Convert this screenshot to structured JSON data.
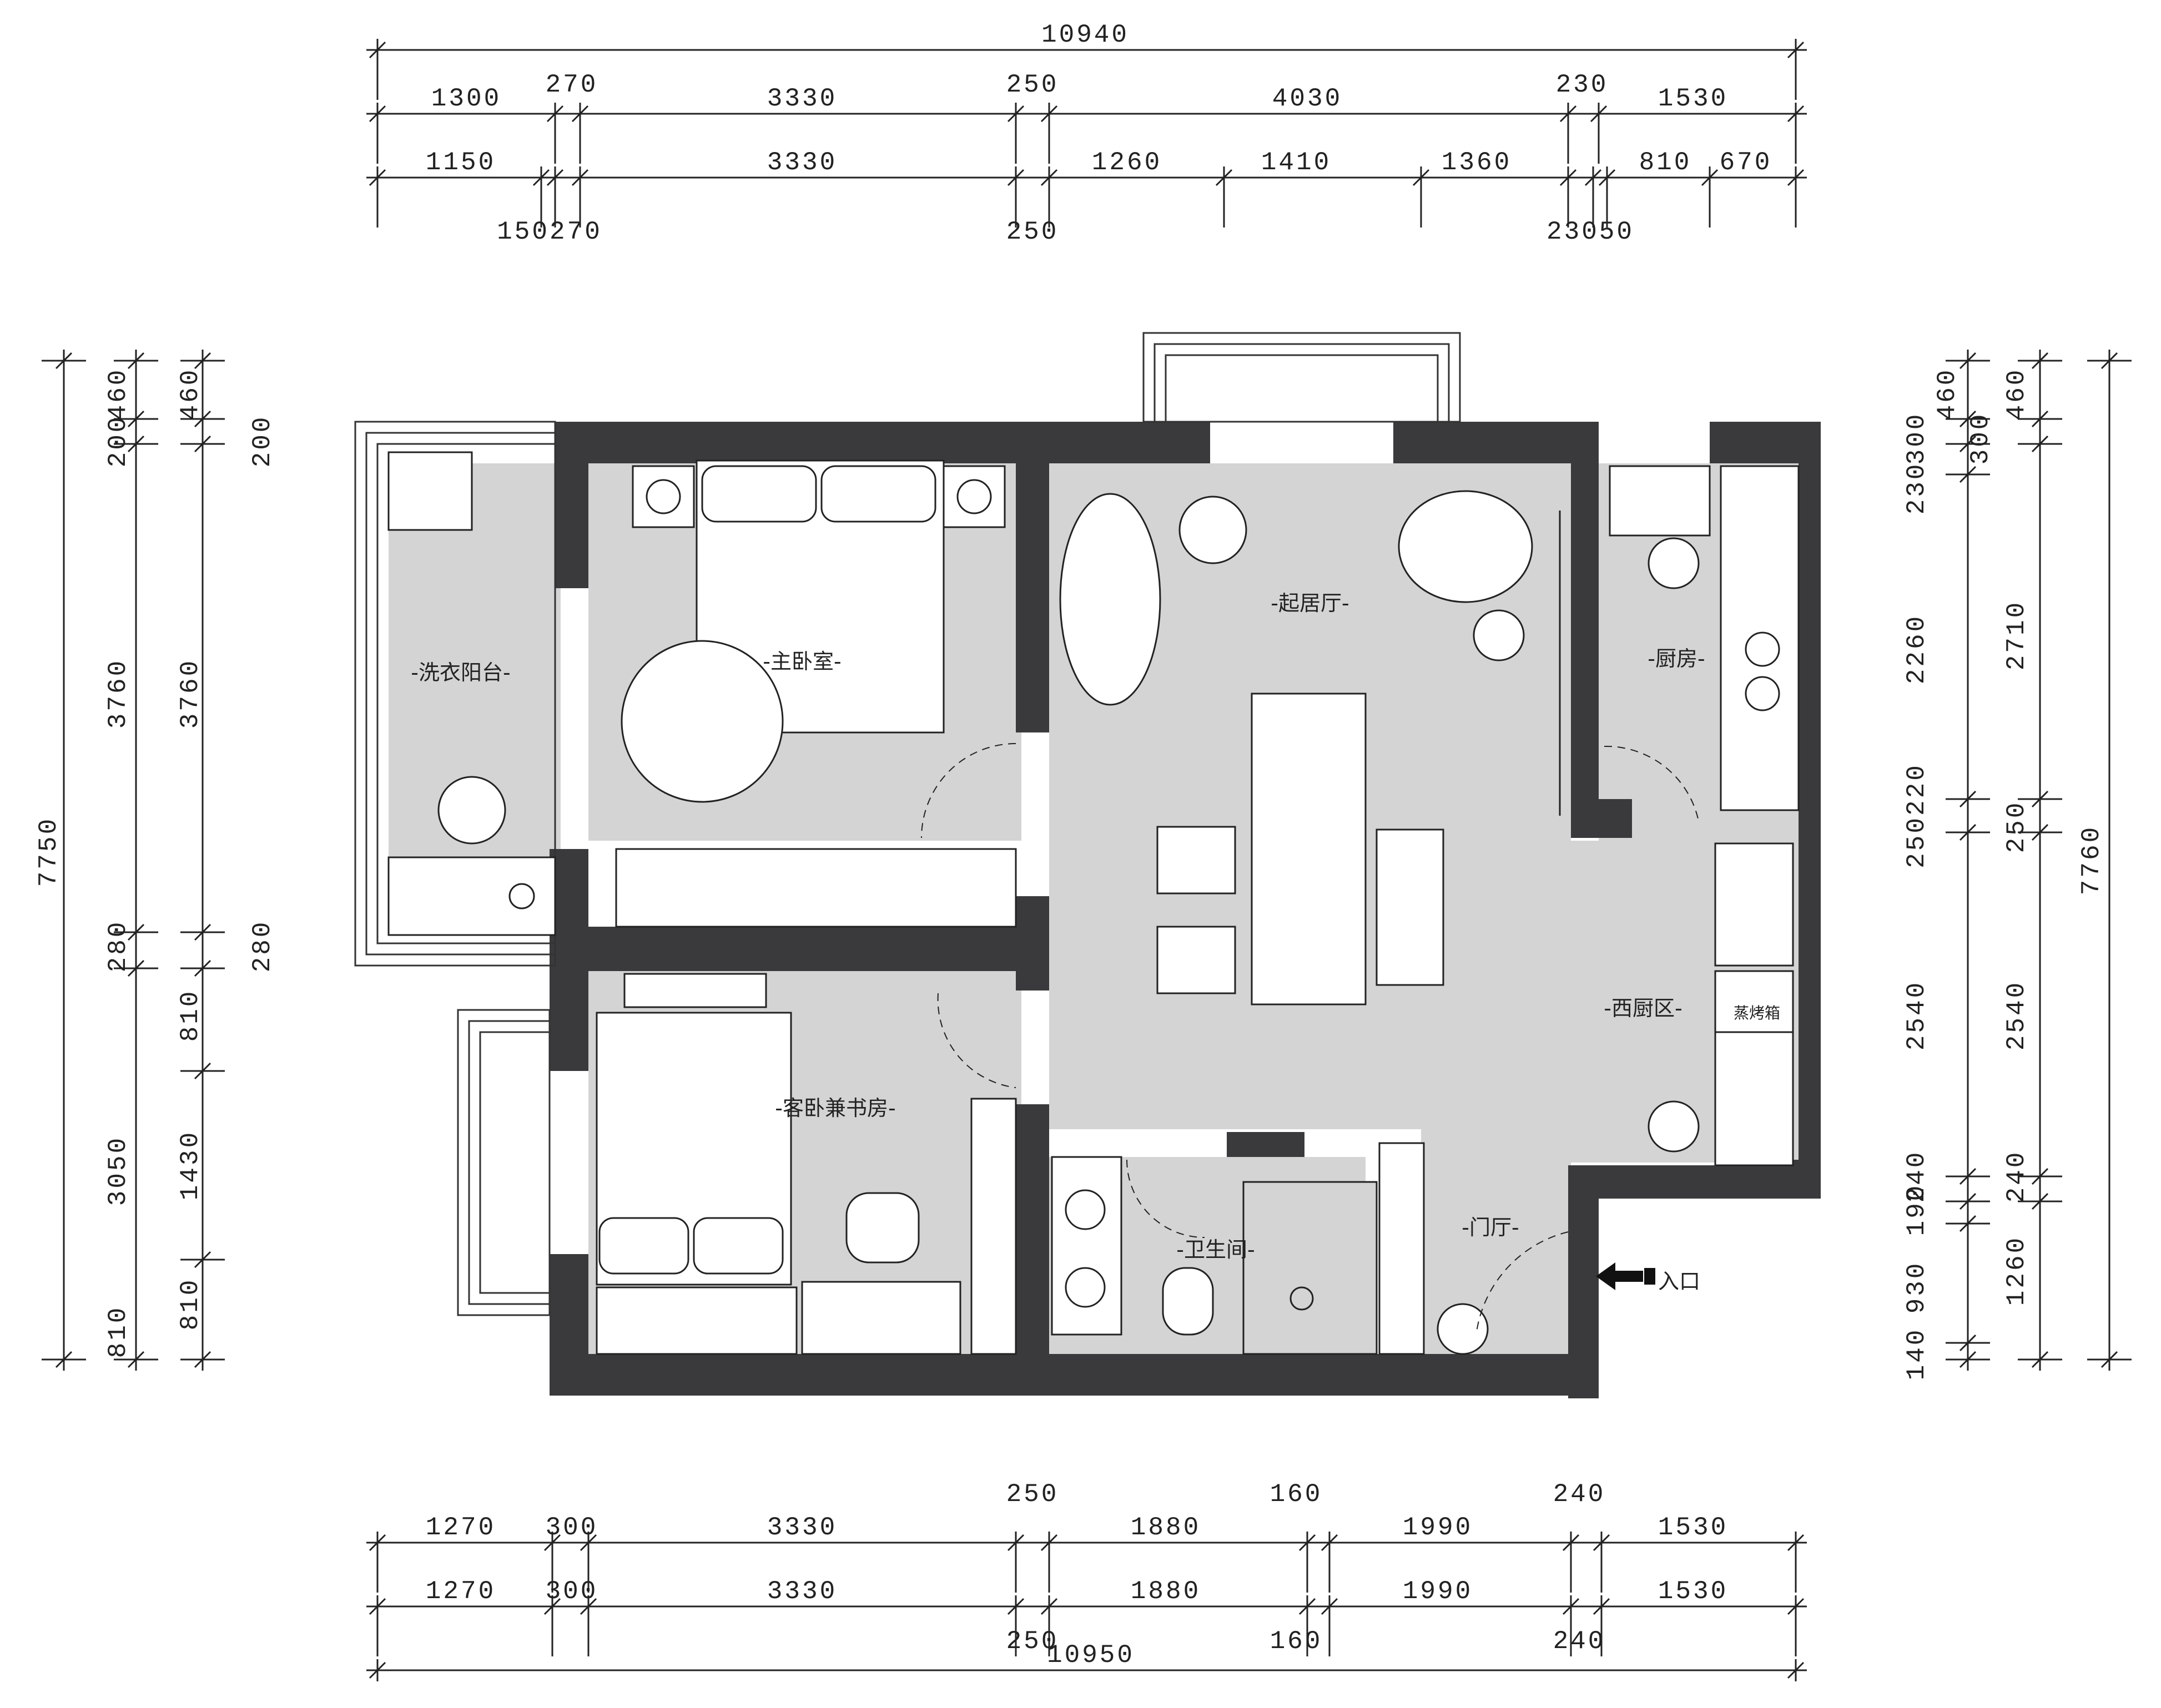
{
  "dimensions": {
    "top": {
      "total": "10940",
      "row1": [
        "1300",
        "270",
        "3330",
        "250",
        "4030",
        "230",
        "1530"
      ],
      "row2": [
        "1150",
        "3330",
        "1260",
        "1410",
        "1360",
        "810",
        "670"
      ],
      "row3": [
        "150270",
        "250",
        "23050"
      ],
      "row1_small": [
        "270",
        "250",
        "230"
      ]
    },
    "bottom": {
      "row1": [
        "1270",
        "300",
        "3330",
        "1880",
        "1990",
        "1530"
      ],
      "row1_small": [
        "250",
        "160",
        "240"
      ],
      "row2": [
        "1270",
        "300",
        "3330",
        "1880",
        "1990",
        "1530"
      ],
      "row3_small": [
        "250",
        "160",
        "240"
      ],
      "total": "10950"
    },
    "left": {
      "total": "7750",
      "outer": [
        "200",
        "460",
        "3760",
        "280",
        "3050",
        "810"
      ],
      "inner": [
        "460",
        "200",
        "3760",
        "280",
        "810",
        "1430",
        "810"
      ]
    },
    "right": {
      "total": "7760",
      "outer": [
        "300",
        "460",
        "230",
        "2260",
        "250220",
        "2540",
        "240",
        "190",
        "930",
        "140"
      ],
      "inner": [
        "460",
        "300",
        "2710",
        "250",
        "2540",
        "240",
        "1260"
      ]
    }
  },
  "rooms": {
    "laundry_balcony": "-洗衣阳台-",
    "master_bedroom": "-主卧室-",
    "living_room": "-起居厅-",
    "kitchen": "-厨房-",
    "western_kitchen": "-西厨区-",
    "guest_study": "-客卧兼书房-",
    "bathroom": "-卫生间-",
    "foyer": "-门厅-",
    "entrance": "入口",
    "steam_oven": "蒸烤箱"
  },
  "colors": {
    "wall": "#3a3a3c",
    "floor": "#d4d4d4",
    "line": "#222222",
    "paper": "#ffffff"
  }
}
